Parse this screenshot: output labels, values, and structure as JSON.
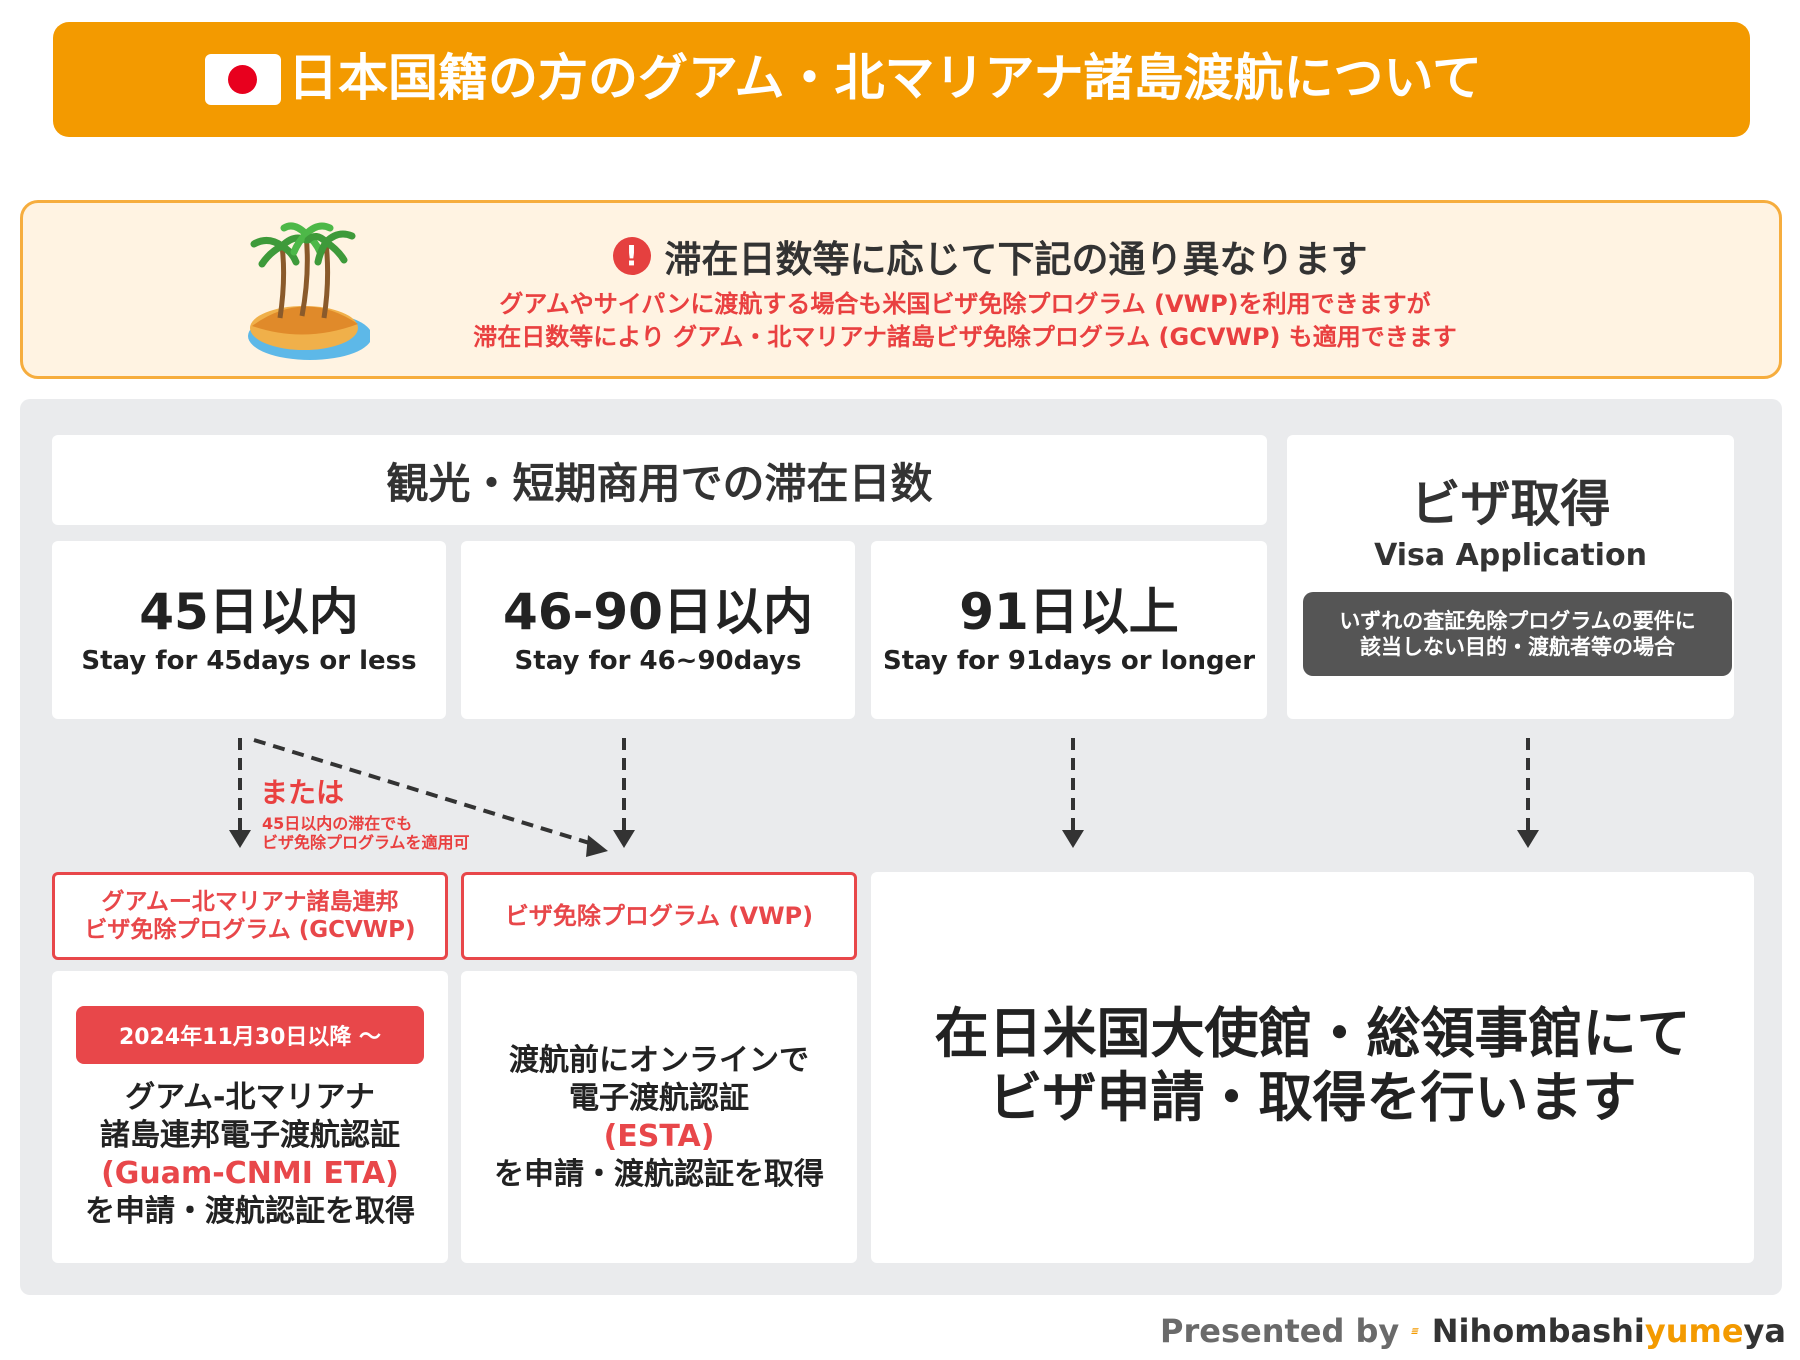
{
  "header": {
    "flag_icon": "japan-flag-icon",
    "title": "日本国籍の方のグアム・北マリアナ諸島渡航について"
  },
  "notice": {
    "icon": "island-palm-trees-icon",
    "warning_icon": "exclamation-icon",
    "heading": "滞在日数等に応じて下記の通り異なります",
    "line1": "グアムやサイパンに渡航する場合も米国ビザ免除プログラム (VWP)を利用できますが",
    "line2": "滞在日数等により グアム・北マリアナ諸島ビザ免除プログラム (GCVWP) も適用できます"
  },
  "stay": {
    "header": "観光・短期商用での滞在日数",
    "ranges": [
      {
        "big": "45日以内",
        "small": "Stay for 45days or less"
      },
      {
        "big": "46-90日以内",
        "small": "Stay for 46~90days"
      },
      {
        "big": "91日以上",
        "small": "Stay for 91days or longer"
      }
    ]
  },
  "visa": {
    "title": "ビザ取得",
    "subtitle": "Visa Application",
    "note_line1": "いずれの査証免除プログラムの要件に",
    "note_line2": "該当しない目的・渡航者等の場合"
  },
  "alternative": {
    "label": "または",
    "note_line1": "45日以内の滞在でも",
    "note_line2": "ビザ免除プログラムを適用可"
  },
  "programs": {
    "gcvwp_line1": "グアムー北マリアナ諸島連邦",
    "gcvwp_line2": "ビザ免除プログラム (GCVWP)",
    "vwp": "ビザ免除プログラム (VWP)"
  },
  "results": {
    "gcvwp": {
      "date": "2024年11月30日以降 ～",
      "line1": "グアム-北マリアナ",
      "line2": "諸島連邦電子渡航認証",
      "highlight": "(Guam-CNMI ETA)",
      "line3": "を申請・渡航認証を取得"
    },
    "vwp": {
      "line1": "渡航前にオンラインで",
      "line2": "電子渡航認証",
      "highlight": "(ESTA)",
      "line3": "を申請・渡航認証を取得"
    },
    "visa": {
      "line1": "在日米国大使館・総領事館にて",
      "line2": "ビザ申請・取得を行います"
    }
  },
  "credit": {
    "presented_by": "Presented by",
    "logo_icon": "nihombashiyumeya-logo-icon",
    "brand_part1": "Nihombashi",
    "brand_part2": "yume",
    "brand_part3": "ya"
  },
  "colors": {
    "orange": "#f39a00",
    "red": "#e8474a",
    "panel_gray": "#eaebed",
    "dark_gray": "#555555"
  }
}
